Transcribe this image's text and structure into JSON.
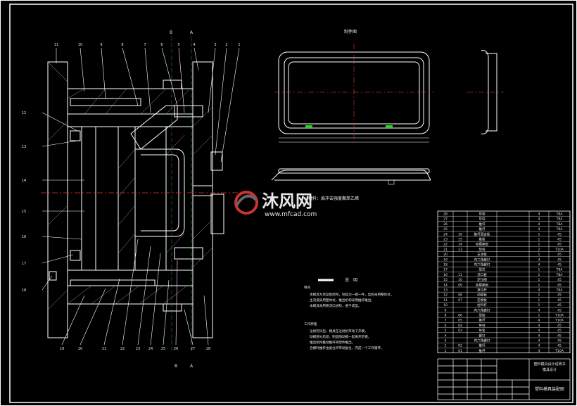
{
  "drawing": {
    "part_drawing_title": "制件图",
    "material_note": "材料：高冲击强度聚苯乙烯",
    "explanation_title": "说　明",
    "explanation_lines": [
      "特点",
      "本模具为单型腔结构，制品为一模一件，型腔采用整体式，",
      "主流道采用整体式，推出机构采用推杆推出。",
      "本模具采用侧浇口进料，便于成型。",
      "工作原理",
      "注射完毕后，模具在注射机带动下开模，",
      "动模部分后退，制品随动模一起离开定模，",
      "推出机构推动推杆将塑件推出，",
      "合模时推杆由复位杆带动复位，完成一个工作循环。"
    ],
    "section_marks": [
      "B",
      "B",
      "A",
      "A"
    ],
    "callouts_top": [
      "11",
      "10",
      "9",
      "8",
      "7",
      "6",
      "5",
      "4",
      "3",
      "2",
      "1"
    ],
    "callouts_left": [
      "12",
      "13",
      "14",
      "15",
      "16",
      "17",
      "18"
    ],
    "callouts_bottom": [
      "19",
      "20",
      "21",
      "22",
      "23",
      "24",
      "25",
      "26",
      "27",
      "28"
    ]
  },
  "watermark": {
    "brand": "沐风网",
    "url": "www.mfcad.com"
  },
  "parts_list": {
    "rows": [
      {
        "no": "28",
        "name": "导套",
        "qty": "4",
        "mat": "T8A"
      },
      {
        "no": "27",
        "name": "导柱",
        "qty": "4",
        "mat": "T8A"
      },
      {
        "no": "26",
        "name": "推杆",
        "qty": "4",
        "mat": "T8A"
      },
      {
        "no": "25",
        "name": "推杆",
        "qty": "4",
        "mat": "T8A"
      },
      {
        "no": "24",
        "code": "16",
        "name": "推杆固定板",
        "qty": "1",
        "mat": "45"
      },
      {
        "no": "23",
        "code": "15",
        "name": "推板",
        "qty": "1",
        "mat": "45"
      },
      {
        "no": "22",
        "code": "14",
        "name": "动模座板",
        "qty": "1",
        "mat": "45"
      },
      {
        "no": "21",
        "code": "13",
        "name": "垫块",
        "qty": "2",
        "mat": "T10A"
      },
      {
        "no": "20",
        "name": "支承板",
        "qty": "1",
        "mat": "45"
      },
      {
        "no": "19",
        "name": "内六角螺钉",
        "qty": "4",
        "mat": "45"
      },
      {
        "no": "18",
        "name": "内六角螺钉",
        "qty": "4",
        "mat": "45"
      },
      {
        "no": "17",
        "name": "型芯",
        "qty": "1",
        "mat": "T8A"
      },
      {
        "no": "16",
        "code": "11",
        "name": "浇口套",
        "qty": "1",
        "mat": "T8A"
      },
      {
        "no": "15",
        "code": "10",
        "name": "定位圈",
        "qty": "1",
        "mat": "45"
      },
      {
        "no": "14",
        "code": "09",
        "name": "定模座板",
        "qty": "1",
        "mat": "45"
      },
      {
        "no": "13",
        "name": "复位杆",
        "qty": "4",
        "mat": "T8A"
      },
      {
        "no": "12",
        "code": "08",
        "name": "动模板",
        "qty": "1",
        "mat": "45"
      },
      {
        "no": "11",
        "code": "07",
        "name": "定模板",
        "qty": "1",
        "mat": "45"
      },
      {
        "no": "10",
        "name": "拉料杆",
        "qty": "1",
        "mat": "45"
      },
      {
        "no": "9",
        "name": "内六角螺钉",
        "qty": "4",
        "mat": "45"
      },
      {
        "no": "8",
        "code": "06",
        "name": "型腔",
        "qty": "1",
        "mat": "T10A"
      },
      {
        "no": "7",
        "code": "05",
        "name": "推杆",
        "qty": "4",
        "mat": "T10A"
      },
      {
        "no": "6",
        "code": "04",
        "name": "导柱",
        "qty": "4",
        "mat": "45"
      },
      {
        "no": "5",
        "code": "03",
        "name": "导套",
        "qty": "4",
        "mat": "45"
      },
      {
        "no": "4",
        "name": "螺钉",
        "qty": "4",
        "mat": "45"
      },
      {
        "no": "3",
        "name": "内六角螺钉",
        "qty": "4",
        "mat": "45"
      },
      {
        "no": "2",
        "code": "02",
        "name": "推杆",
        "qty": "4",
        "mat": "45"
      },
      {
        "no": "1",
        "code": "01",
        "name": "推杆",
        "qty": "4",
        "mat": "T10A"
      }
    ],
    "title_project": "塑料模具设计说明书\n模具设计",
    "title_drawing": "塑料模具装配图"
  }
}
